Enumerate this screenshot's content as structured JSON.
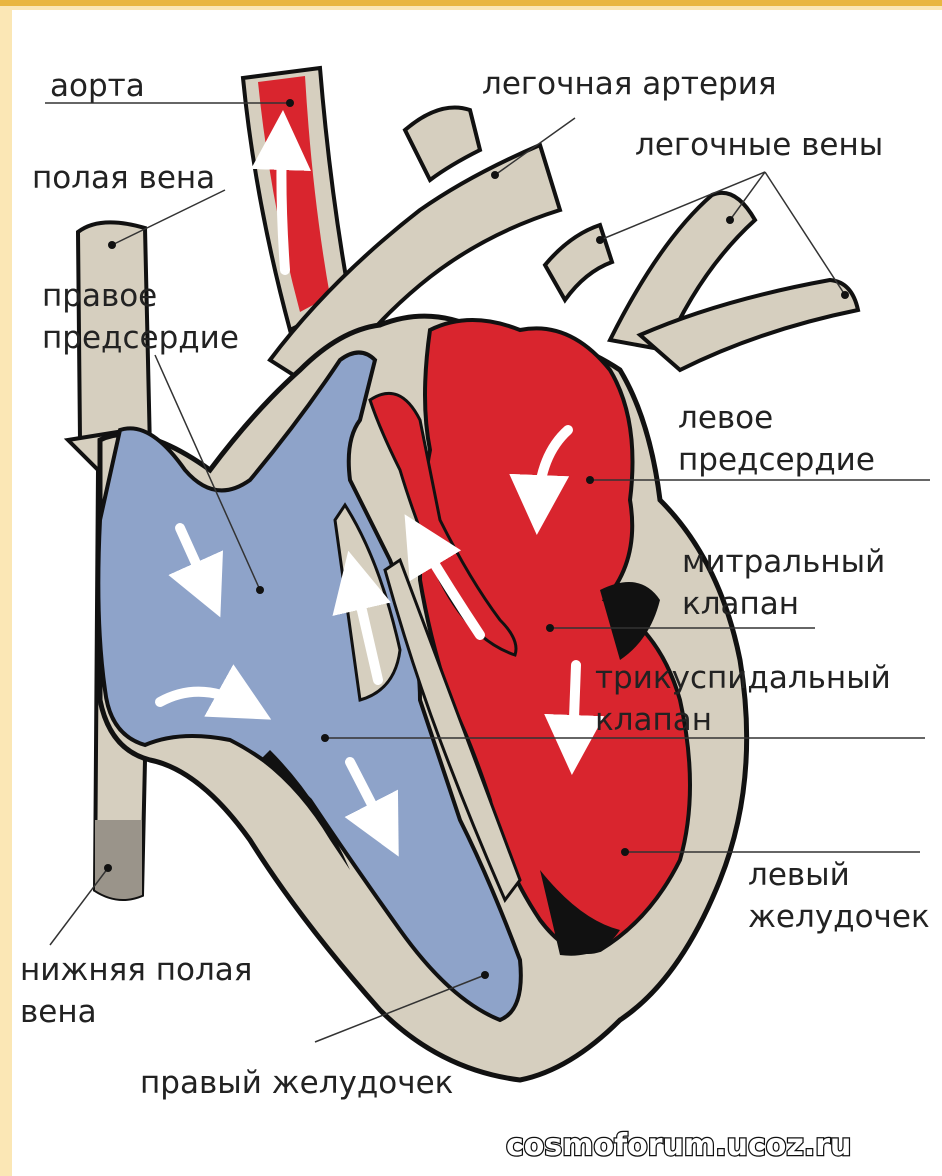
{
  "labels": {
    "aorta": "аорта",
    "pulmonary_artery": "легочная артерия",
    "pulmonary_veins": "легочные вены",
    "vena_cava": "полая вена",
    "right_atrium_1": "правое",
    "right_atrium_2": "предсердие",
    "left_atrium_1": "левое",
    "left_atrium_2": "предсердие",
    "mitral_1": "митральный",
    "mitral_2": "клапан",
    "tricuspid_1": "трикуспидальный",
    "tricuspid_2": "клапан",
    "left_ventricle_1": "левый",
    "left_ventricle_2": "желудочек",
    "inferior_vena_cava_1": "нижняя полая",
    "inferior_vena_cava_2": "вена",
    "right_ventricle": "правый желудочек"
  },
  "watermark": "cosmoforum.ucoz.ru",
  "colors": {
    "oxygenated": "#d9252e",
    "deoxygenated": "#8ea3c9",
    "tissue": "#d6cfbf",
    "outline": "#111111"
  }
}
